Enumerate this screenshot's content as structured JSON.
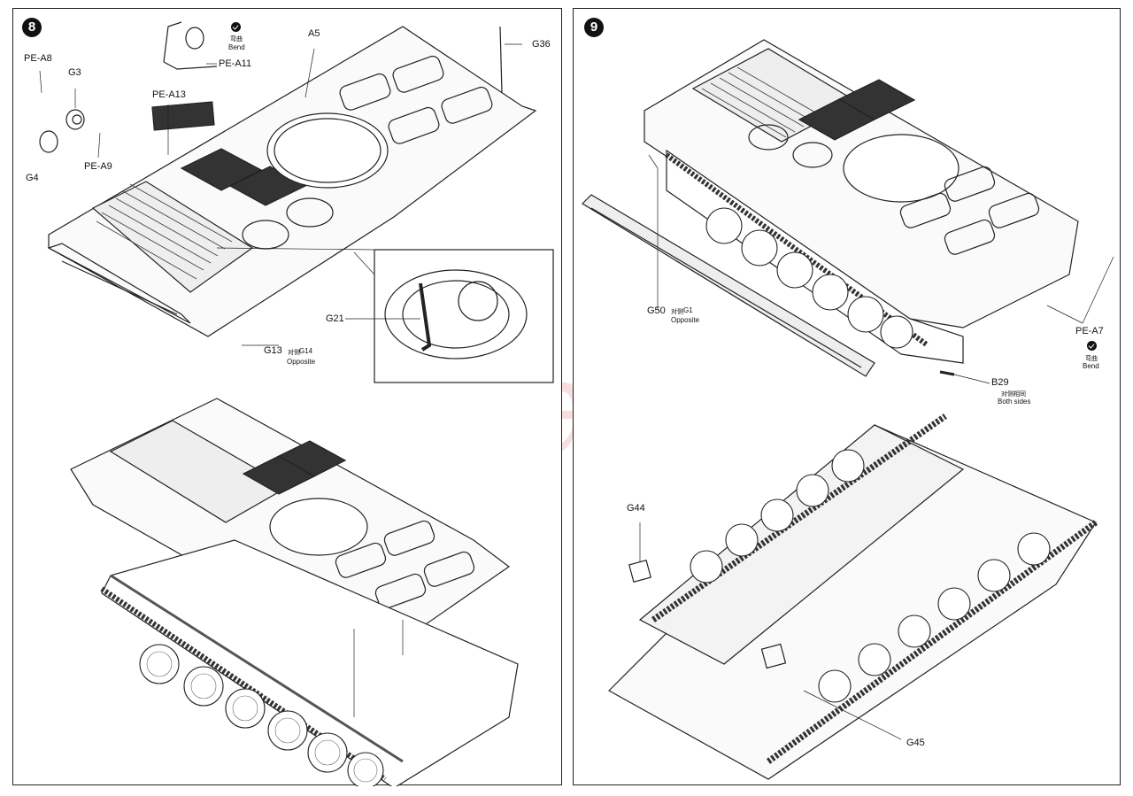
{
  "watermark": "modelartikl.cz",
  "step8": {
    "number": "8",
    "labels": {
      "pe_a8": "PE-A8",
      "g3": "G3",
      "g4": "G4",
      "pe_a9": "PE-A9",
      "pe_a11": "PE-A11",
      "pe_a13": "PE-A13",
      "a5": "A5",
      "g36": "G36",
      "g21": "G21",
      "g13": "G13",
      "g14_cn": "对侧",
      "g14": "G14",
      "opposite": "Opposite",
      "bend_cn": "弯曲",
      "bend": "Bend"
    }
  },
  "step9": {
    "number": "9",
    "labels": {
      "g50": "G50",
      "g1_cn": "对侧",
      "g1": "G1",
      "opposite": "Opposite",
      "pe_a7": "PE-A7",
      "bend_cn": "弯曲",
      "bend": "Bend",
      "b29": "B29",
      "both_cn": "对侧相同",
      "both_sides": "Both sides",
      "g44": "G44",
      "g45": "G45"
    }
  }
}
